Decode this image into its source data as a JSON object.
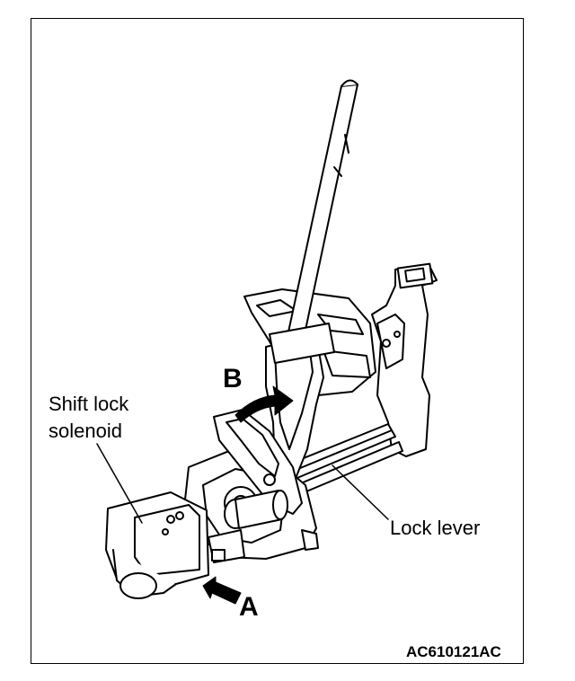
{
  "labels": {
    "shift_lock_line1": "Shift lock",
    "shift_lock_line2": "solenoid",
    "lock_lever": "Lock lever",
    "arrow_a": "A",
    "arrow_b": "B",
    "figure_code": "AC610121AC"
  },
  "colors": {
    "line": "#000000",
    "background": "#ffffff"
  }
}
